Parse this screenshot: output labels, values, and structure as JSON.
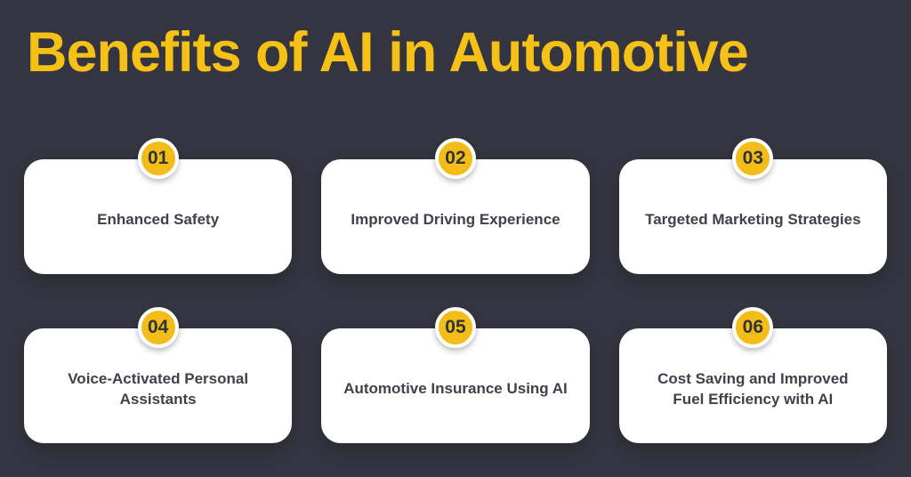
{
  "page": {
    "title": "Benefits of AI in Automotive",
    "background_color": "#343540",
    "accent_yellow": "#F5C117",
    "badge_yellow": "#F4BC16",
    "card_background": "#FFFFFF",
    "card_text_color": "#3F414B"
  },
  "cards": [
    {
      "number": "01",
      "label": "Enhanced Safety"
    },
    {
      "number": "02",
      "label": "Improved Driving Experience"
    },
    {
      "number": "03",
      "label": "Targeted Marketing Strategies"
    },
    {
      "number": "04",
      "label": "Voice-Activated Personal Assistants"
    },
    {
      "number": "05",
      "label": "Automotive Insurance Using AI"
    },
    {
      "number": "06",
      "label": "Cost Saving and Improved Fuel Efficiency with AI"
    }
  ]
}
